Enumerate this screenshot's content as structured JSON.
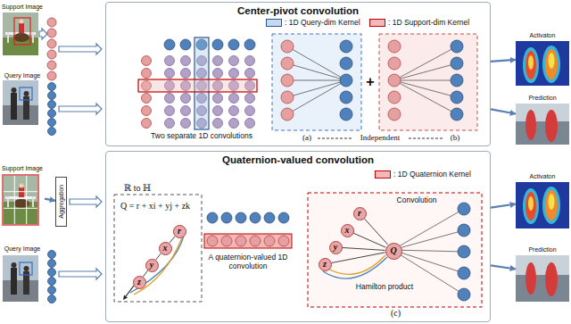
{
  "diagram": {
    "nodes": [
      {
        "text": [
          "Center-pivot convolution"
        ]
      },
      {
        "text": [
          "Support Image"
        ]
      },
      {
        "text": [
          "Query Image"
        ]
      },
      {
        "text": [
          "Activaton"
        ]
      },
      {
        "text": [
          "Prediction"
        ]
      },
      {
        "text": [
          "Quaternion-valued convolution"
        ]
      },
      {
        "text": [
          "ℝ to ℍ",
          "Q = r + xi + yj + zk"
        ],
        "in": 5
      },
      {
        "text": [
          "r"
        ],
        "in": 6
      },
      {
        "text": [
          "x"
        ],
        "in": 6
      },
      {
        "text": [
          "y"
        ],
        "in": 6
      },
      {
        "text": [
          "z"
        ],
        "in": 6
      },
      {
        "text": [
          "(c)"
        ],
        "in": 5
      },
      {
        "text": [
          "Q"
        ],
        "in": 11
      },
      {
        "text": [
          "r"
        ],
        "in": 11
      },
      {
        "text": [
          "x"
        ],
        "in": 11
      },
      {
        "text": [
          "y"
        ],
        "in": 11
      },
      {
        "text": [
          "z"
        ],
        "in": 11
      },
      {
        "text": [
          "Support Image"
        ]
      },
      {
        "text": [
          "Aggregation"
        ]
      },
      {
        "text": [
          "Query Image"
        ]
      },
      {
        "text": [
          "Activaton"
        ]
      },
      {
        "text": [
          "Prediction"
        ]
      }
    ],
    "edges": [
      {
        "from": 0,
        "to": 3,
        "arrow": "to"
      },
      {
        "from": 0,
        "to": 4,
        "arrow": "to"
      },
      {
        "from": 5,
        "to": 20,
        "arrow": "to"
      },
      {
        "from": 5,
        "to": 21,
        "arrow": "to"
      },
      {
        "from": 17,
        "to": 18,
        "arrow": "to"
      },
      {
        "from": 7,
        "to": 8,
        "arrow": "none"
      },
      {
        "from": 8,
        "to": 9,
        "arrow": "none"
      },
      {
        "from": 9,
        "to": 10,
        "arrow": "none"
      },
      {
        "from": 12,
        "to": 13,
        "arrow": "none"
      },
      {
        "from": 12,
        "to": 14,
        "arrow": "none"
      },
      {
        "from": 12,
        "to": 15,
        "arrow": "none"
      },
      {
        "from": 12,
        "to": 16,
        "arrow": "none"
      }
    ],
    "labels": [
      "Two separate 1D convolutions",
      "(a)",
      "Independent",
      "(b)",
      "+",
      "A quaternion-valued 1D convolution",
      "Convolution",
      "Hamilton product"
    ],
    "legend": [
      {
        "text": ": 1D Query-dim Kernel",
        "color": "#c5d9f1"
      },
      {
        "text": ": 1D Support-dim Kernel",
        "color": "#f4b8b8"
      },
      {
        "text": ": 1D Quaternion Kernel",
        "color": "#f4b8b8"
      }
    ]
  }
}
